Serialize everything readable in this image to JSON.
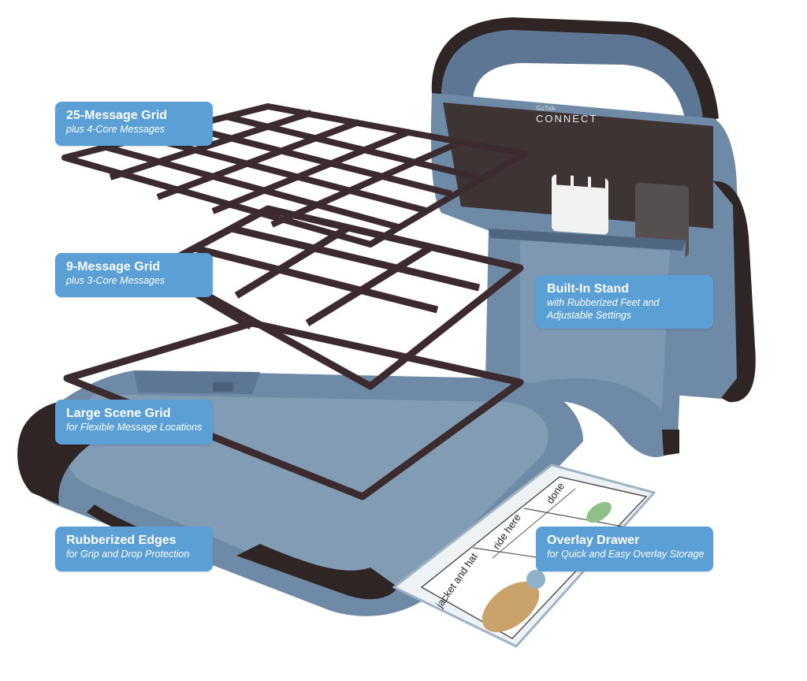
{
  "callouts": {
    "grid25": {
      "title": "25-Message Grid",
      "subtitle": "plus 4-Core Messages"
    },
    "grid9": {
      "title": "9-Message Grid",
      "subtitle": "plus 3-Core Messages"
    },
    "stand": {
      "title": "Built-In Stand",
      "subtitle_line1": "with Rubberized Feet and",
      "subtitle_line2": "Adjustable Settings"
    },
    "scene": {
      "title": "Large Scene Grid",
      "subtitle": "for Flexible Message Locations"
    },
    "edges": {
      "title": "Rubberized Edges",
      "subtitle": "for Grip and Drop Protection"
    },
    "drawer": {
      "title": "Overlay Drawer",
      "subtitle": "for Quick and Easy Overlay Storage"
    }
  },
  "device": {
    "brand_small": "GoTalk",
    "brand_name": "CONNECT"
  },
  "overlay_card": {
    "labels": [
      "done",
      "ride here",
      "jacket and hat"
    ]
  },
  "colors": {
    "callout_bg": "#5a9fd6",
    "device_body": "#6f8aa6",
    "rubber": "#3a2f2e",
    "grid": "#3b2a2e"
  }
}
